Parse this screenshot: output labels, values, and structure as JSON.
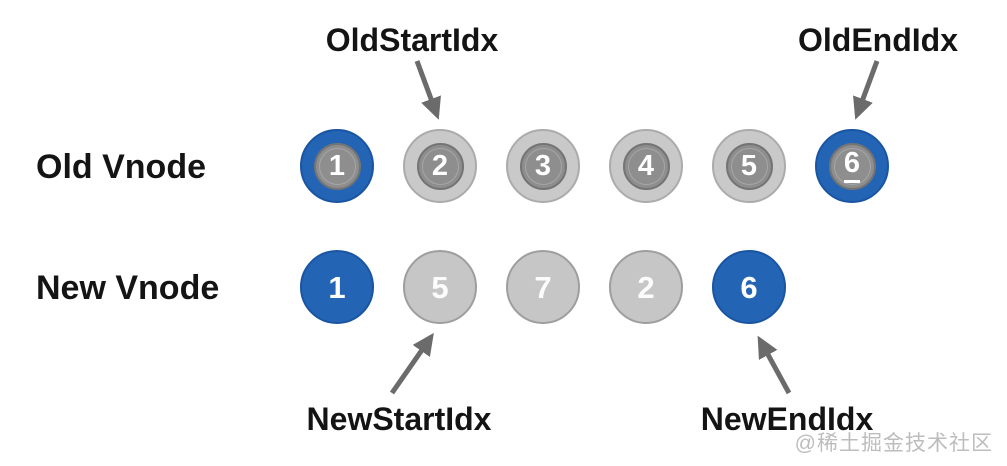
{
  "colors": {
    "blue": "#2365b4",
    "blue_border": "#1a55a3",
    "ring_gray": "#c9c9c9",
    "ring_gray_border": "#ababab",
    "inner_gray": "#8e8e8e",
    "inner_gray_border": "#747474",
    "solid_gray": "#c6c6c6",
    "solid_gray_border": "#9e9e9e",
    "arrow": "#6b6b6b",
    "text": "#141414",
    "number": "#ffffff",
    "watermark": "#bdbdbd"
  },
  "rows": [
    {
      "label": "Old Vnode",
      "variant": "ring",
      "nodes": [
        {
          "value": "1",
          "color": "blue",
          "underline": false
        },
        {
          "value": "2",
          "color": "gray",
          "underline": false
        },
        {
          "value": "3",
          "color": "gray",
          "underline": false
        },
        {
          "value": "4",
          "color": "gray",
          "underline": false
        },
        {
          "value": "5",
          "color": "gray",
          "underline": false
        },
        {
          "value": "6",
          "color": "blue",
          "underline": true
        }
      ]
    },
    {
      "label": "New Vnode",
      "variant": "solid",
      "nodes": [
        {
          "value": "1",
          "color": "blue",
          "underline": false
        },
        {
          "value": "5",
          "color": "gray",
          "underline": false
        },
        {
          "value": "7",
          "color": "gray",
          "underline": false
        },
        {
          "value": "2",
          "color": "gray",
          "underline": false
        },
        {
          "value": "6",
          "color": "blue",
          "underline": false
        }
      ]
    }
  ],
  "pointers": [
    {
      "id": "old-start",
      "label": "OldStartIdx"
    },
    {
      "id": "old-end",
      "label": "OldEndIdx"
    },
    {
      "id": "new-start",
      "label": "NewStartIdx"
    },
    {
      "id": "new-end",
      "label": "NewEndIdx"
    }
  ],
  "watermark": "@稀土掘金技术社区"
}
